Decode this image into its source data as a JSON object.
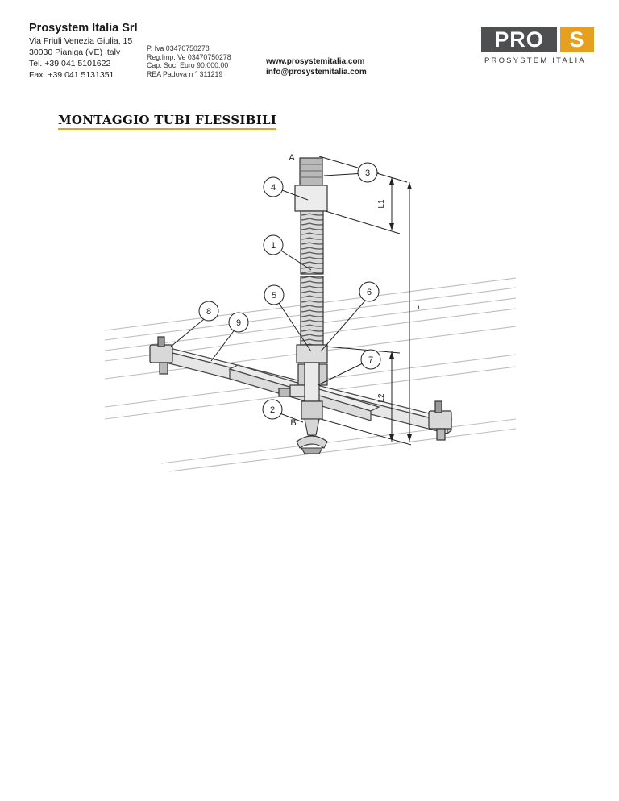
{
  "header": {
    "company_name": "Prosystem Italia Srl",
    "address_lines": [
      "Via Friuli Venezia Giulia, 15",
      "30030 Pianiga (VE) Italy",
      "Tel. +39 041 5101622",
      "Fax. +39 041 5131351"
    ],
    "fiscal_lines": [
      "P. Iva 03470750278",
      "Reg.Imp. Ve 03470750278",
      "Cap. Soc. Euro 90.000,00",
      "REA Padova n ° 311219"
    ],
    "website": "www.prosystemitalia.com",
    "email": "info@prosystemitalia.com"
  },
  "logo": {
    "main": "PRO",
    "accent": "S",
    "subtitle": "PROSYSTEM ITALIA",
    "colors": {
      "dark": "#4e4f51",
      "accent": "#e5a022"
    }
  },
  "title": "MONTAGGIO TUBI FLESSIBILI",
  "diagram": {
    "callouts": [
      "1",
      "2",
      "3",
      "4",
      "5",
      "6",
      "7",
      "8",
      "9"
    ],
    "points": [
      "A",
      "B"
    ],
    "dimensions": [
      "L1",
      "L",
      "L2"
    ]
  }
}
